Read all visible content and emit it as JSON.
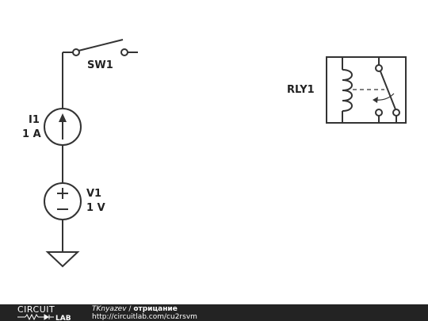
{
  "colors": {
    "wire": "#333333",
    "text": "#222222",
    "footer_bg": "#232323",
    "footer_text": "#ffffff"
  },
  "components": {
    "switch": {
      "ref": "SW1"
    },
    "current_source": {
      "ref": "I1",
      "value": "1 A"
    },
    "voltage_source": {
      "ref": "V1",
      "value": "1 V"
    },
    "relay": {
      "ref": "RLY1"
    },
    "ground": {
      "icon": "ground-icon"
    }
  },
  "footer": {
    "logo_top": "CIRCUIT",
    "logo_bottom": "LAB",
    "author": "TKnyazev",
    "separator": " / ",
    "title": "отрицание",
    "url": "http://circuitlab.com/cu2rsvm"
  }
}
